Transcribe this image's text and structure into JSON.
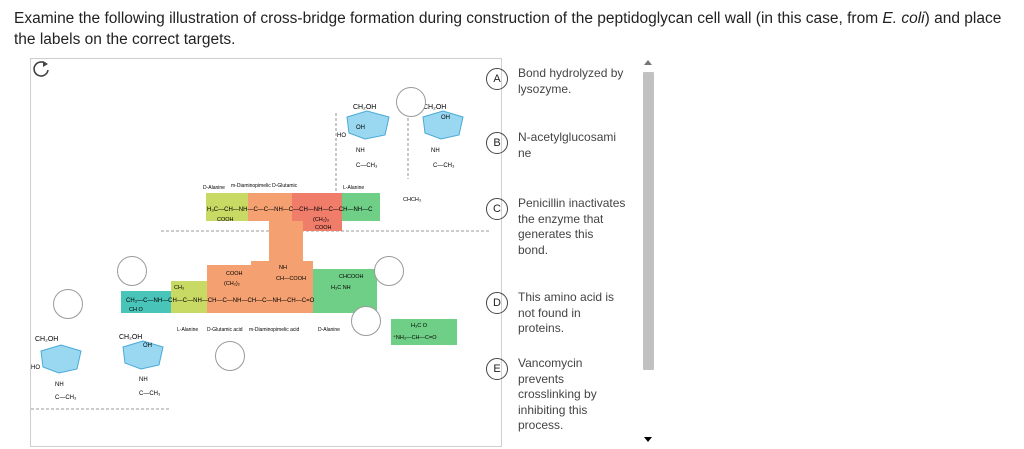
{
  "question": {
    "text_before": "Examine the following illustration of cross-bridge formation during construction of the peptidoglycan cell wall (in this case, from ",
    "organism": "E. coli",
    "text_after": ") and place the labels on the correct targets."
  },
  "figure": {
    "sugars": {
      "ch2oh": "CH₂OH",
      "oh": "OH",
      "ho": "HO",
      "h": "H",
      "o": "O",
      "nh": "NH",
      "ch3": "C—CH₃",
      "c": "C"
    },
    "amino_acid_names": {
      "d_alanine": "D-Alanine",
      "l_alanine": "L-Alanine",
      "d_glutamic_acid": "D-Glutamic acid",
      "meso_dap": "m-Diaminopimelic acid",
      "dap_glu_header": "m-Diaminopimelic D-Glutamic",
      "acid": "acid"
    },
    "top_chain": "H₃C—CH—NH—C—C—NH—C—CH—NH—C—CH—NH—C",
    "top_sub": {
      "cooh": "COOH",
      "ch2": "CH₂",
      "ch3": "CH₃",
      "chch3": "CHCH₃",
      "ch2_2": "(CH₂)₃",
      "cooh_2": "COOH"
    },
    "bottom_chain": "CH₃—C—NH—CH—C—NH—CH—C—NH—CH—C—NH—CH—C=O",
    "bottom_sub": {
      "ch3": "CH₃",
      "cooh": "COOH",
      "ch2_3": "(CH₂)₂",
      "ch_cooh": "CH—COOH",
      "chcooh": "CHCOOH",
      "nh": "NH",
      "h3c_nh": "H₃C  NH",
      "ch_o": "CH  O",
      "terminal_top": "H₃C  O",
      "terminal": "⁺NH₃—CH—C=O"
    }
  },
  "labels": [
    {
      "letter": "A",
      "text": "Bond hydrolyzed by lysozyme."
    },
    {
      "letter": "B",
      "text": "N-acetylglucosamine"
    },
    {
      "letter": "C",
      "text": "Penicillin inactivates the enzyme that generates this bond."
    },
    {
      "letter": "D",
      "text": "This amino acid is not found in proteins."
    },
    {
      "letter": "E",
      "text": "Vancomycin prevents crosslinking by inhibiting this process."
    }
  ],
  "icons": {
    "reset": "reset-icon",
    "scroll_up": "chevron-up-icon",
    "scroll_down": "chevron-down-icon"
  },
  "colors": {
    "orange": "#f4a070",
    "yellow_green": "#c8d964",
    "green": "#6fcf86",
    "teal": "#48c4b8",
    "salmon": "#f07c6a"
  }
}
